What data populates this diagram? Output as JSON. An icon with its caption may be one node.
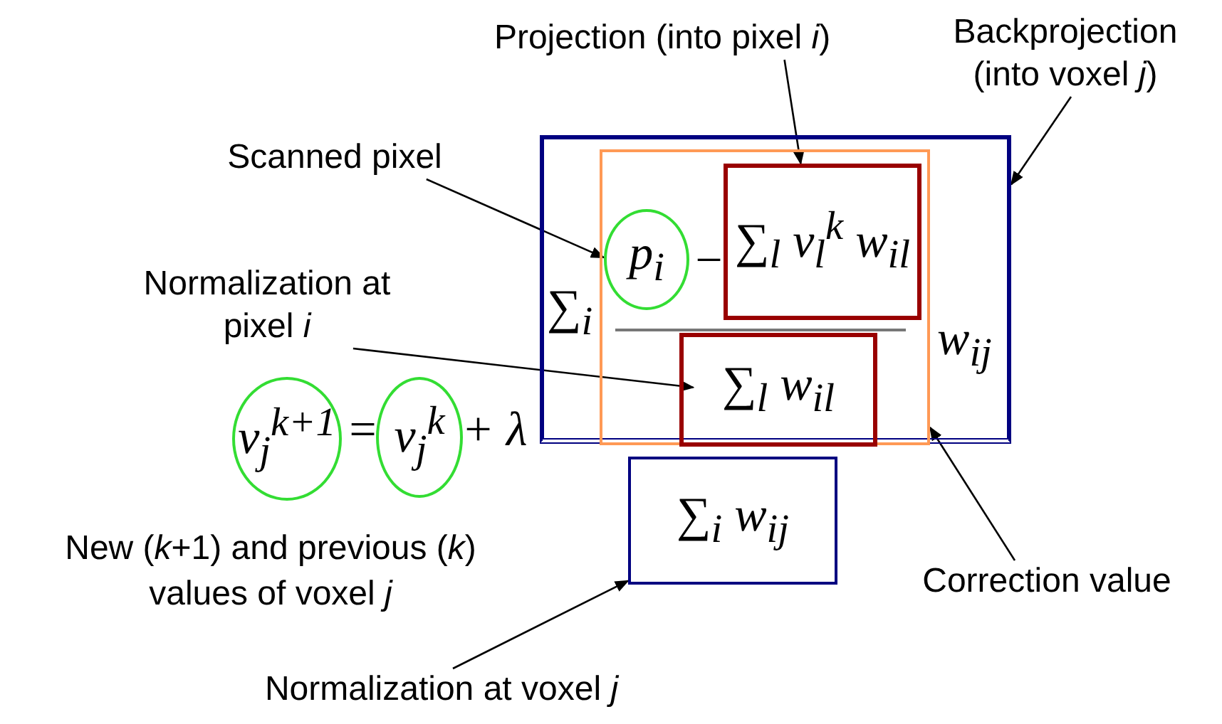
{
  "diagram": {
    "nodes": [
      {
        "text": [
          "Projection (into pixel *i*)"
        ]
      },
      {
        "text": [
          "Backprojection (into voxel *j*)"
        ]
      },
      {
        "text": [
          "Scanned pixel"
        ]
      },
      {
        "text": [
          "Normalization at pixel *i*"
        ]
      },
      {
        "text": [
          "Correction value"
        ]
      },
      {
        "text": [
          "Normalization at voxel *j*"
        ]
      },
      {
        "text": [
          "∑$_{i}$",
          "w$_{ij}$"
        ]
      },
      {
        "text": [
          "−"
        ],
        "in": 6
      },
      {
        "text": [
          "p$_{i}$"
        ],
        "in": 7
      },
      {
        "text": [
          "∑$_{l}$ v$_{l}$$^{k}$ w$_{il}$"
        ],
        "in": 7
      },
      {
        "text": [
          "∑$_{l}$ w$_{il}$"
        ],
        "in": 7
      },
      {
        "text": [
          "∑$_{i}$ w$_{ij}$"
        ]
      },
      {
        "text": [
          "v$_{j}$$^{k+1}$"
        ]
      },
      {
        "text": [
          "v$_{j}$$^{k}$"
        ]
      }
    ],
    "edges": [
      {
        "from": 0,
        "to": 9,
        "arrow": "to"
      },
      {
        "from": 1,
        "to": 6,
        "arrow": "to"
      },
      {
        "from": 2,
        "to": 8,
        "arrow": "to"
      },
      {
        "from": 3,
        "to": 10,
        "arrow": "to"
      },
      {
        "from": 4,
        "to": 7,
        "arrow": "to"
      },
      {
        "from": 5,
        "to": 11,
        "arrow": "to"
      }
    ],
    "labels": [
      "=",
      "+ λ",
      "New (*k*+1) and previous (*k*) values of voxel *j*"
    ]
  }
}
